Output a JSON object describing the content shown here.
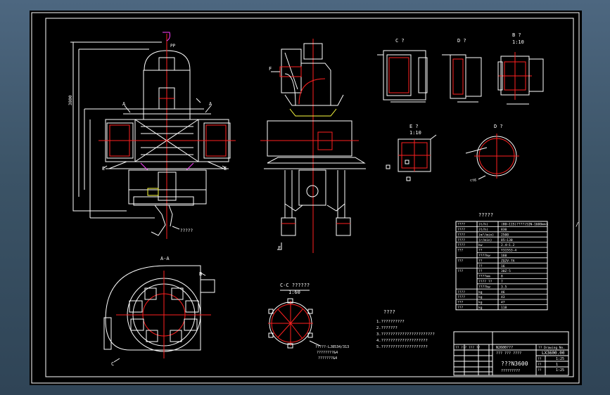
{
  "title_labels": {
    "hook_label": "PP",
    "dim_left": "3800",
    "section_a_left": "A",
    "section_a_right": "A",
    "section_e_left": "E",
    "section_e_right": "E",
    "inlet_note_left": "?????",
    "front_f": "F",
    "front_f2": "F",
    "view_c": "C ?",
    "view_d": "D ?",
    "view_b": "B ?",
    "view_b_scale": "1:10",
    "view_e": "E ?",
    "view_e_scale": "1:10",
    "view_d2": "D ?",
    "view_d2_label": "ct6",
    "section_aa": "A-A",
    "section_cc": "C-C ??????",
    "section_cc_scale": "1:60",
    "note_b": "B",
    "note_c": "C",
    "cc_note1": "?????-LJ8534/313",
    "cc_note2": "????????&4",
    "cc_note3": "???????&4"
  },
  "tech_table": {
    "title": "?????",
    "rows": [
      {
        "name": "????",
        "unit": "(t/h)",
        "value": "(80~115)????(SIN-1600mm)"
      },
      {
        "name": "????",
        "unit": "(t/h)",
        "value": "830"
      },
      {
        "name": "????",
        "unit": "(m³/min)",
        "value": "2500"
      },
      {
        "name": "????",
        "unit": "(r/min)",
        "value": "85~130"
      },
      {
        "name": "????",
        "unit": "kw",
        "value": "2.4~1.2"
      },
      {
        "name": "???",
        "unit": "??",
        "value": "Y315S3-4"
      },
      {
        "name": "",
        "unit": "????kw",
        "value": "160"
      },
      {
        "name": "???",
        "unit": "??",
        "value": "ZQ2V-7A"
      },
      {
        "name": "",
        "unit": "??",
        "value": "16"
      },
      {
        "name": "???",
        "unit": "??",
        "value": "30Z-5"
      },
      {
        "name": "",
        "unit": "????mm",
        "value": "8"
      },
      {
        "name": "",
        "unit": "???? ??",
        "value": "7"
      },
      {
        "name": "",
        "unit": "????kw",
        "value": "3.5"
      },
      {
        "name": "????",
        "unit": "kg",
        "value": "46"
      },
      {
        "name": "????",
        "unit": "kg",
        "value": "43"
      },
      {
        "name": "???",
        "unit": "kg",
        "value": "47"
      },
      {
        "name": "???",
        "unit": "kg",
        "value": "118"
      }
    ]
  },
  "notes": {
    "title": "????",
    "lines": [
      "1.??????????",
      "2.???????",
      "3.???????????????????????",
      "4.????????????????????",
      "5.????????????????????"
    ]
  },
  "title_block": {
    "drawing_no_label": "?? Drawing No.",
    "drawing_no": "LX3600.00",
    "company": "N2600???",
    "material": "??? ??? ????",
    "product_name": "???N3600",
    "subtitle": "?????????",
    "scale_label": "??",
    "scale_value": "1:25",
    "qty_label": "??",
    "qty_value": "1",
    "sheet_label": "??",
    "sheet_value": "1:25",
    "revision_head": "?? ??? ??? ??"
  },
  "colors": {
    "line_white": "#ffffff",
    "line_red": "#ff2020",
    "line_magenta": "#ff40ff",
    "line_yellow": "#ffff40",
    "sheet_bg": "#000000"
  },
  "edge_marker": "/"
}
